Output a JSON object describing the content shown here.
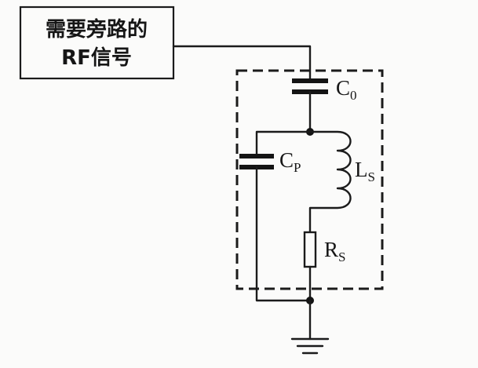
{
  "source_box": {
    "line1": "需要旁路的",
    "line2": "RF信号"
  },
  "components": {
    "c0": {
      "main": "C",
      "sub": "0"
    },
    "cp": {
      "main": "C",
      "sub": "P"
    },
    "ls": {
      "main": "L",
      "sub": "S"
    },
    "rs": {
      "main": "R",
      "sub": "S"
    }
  }
}
